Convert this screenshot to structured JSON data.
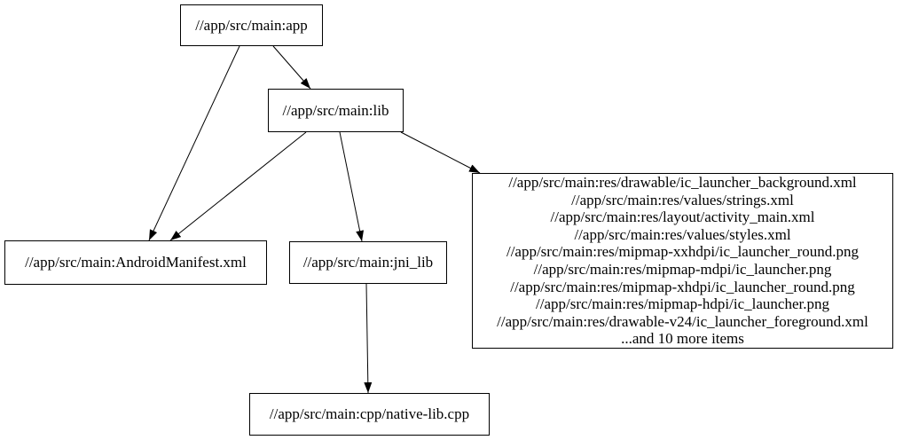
{
  "diagram": {
    "kind": "build-dependency-graph",
    "background_color": "#ffffff",
    "node_border_color": "#000000",
    "edge_color": "#000000",
    "nodes": {
      "app": {
        "label": "//app/src/main:app"
      },
      "lib": {
        "label": "//app/src/main:lib"
      },
      "manifest": {
        "label": "//app/src/main:AndroidManifest.xml"
      },
      "jni_lib": {
        "label": "//app/src/main:jni_lib"
      },
      "native_lib": {
        "label": "//app/src/main:cpp/native-lib.cpp"
      },
      "resources": {
        "lines": [
          "//app/src/main:res/drawable/ic_launcher_background.xml",
          "//app/src/main:res/values/strings.xml",
          "//app/src/main:res/layout/activity_main.xml",
          "//app/src/main:res/values/styles.xml",
          "//app/src/main:res/mipmap-xxhdpi/ic_launcher_round.png",
          "//app/src/main:res/mipmap-mdpi/ic_launcher.png",
          "//app/src/main:res/mipmap-xhdpi/ic_launcher_round.png",
          "//app/src/main:res/mipmap-hdpi/ic_launcher.png",
          "//app/src/main:res/drawable-v24/ic_launcher_foreground.xml",
          "...and 10 more items"
        ]
      }
    },
    "edges": [
      {
        "from": "app",
        "to": "lib"
      },
      {
        "from": "app",
        "to": "manifest"
      },
      {
        "from": "lib",
        "to": "manifest"
      },
      {
        "from": "lib",
        "to": "jni_lib"
      },
      {
        "from": "lib",
        "to": "resources"
      },
      {
        "from": "jni_lib",
        "to": "native_lib"
      }
    ]
  }
}
